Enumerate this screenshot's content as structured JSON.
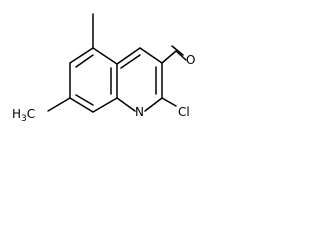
{
  "atoms": {
    "aldehyde_oxygen": "O",
    "chlorine": "Cl",
    "ring_nitrogen": "N",
    "methyl_top": "",
    "methyl_bottom": {
      "element": "H",
      "count": "3",
      "carbon": "C"
    }
  }
}
